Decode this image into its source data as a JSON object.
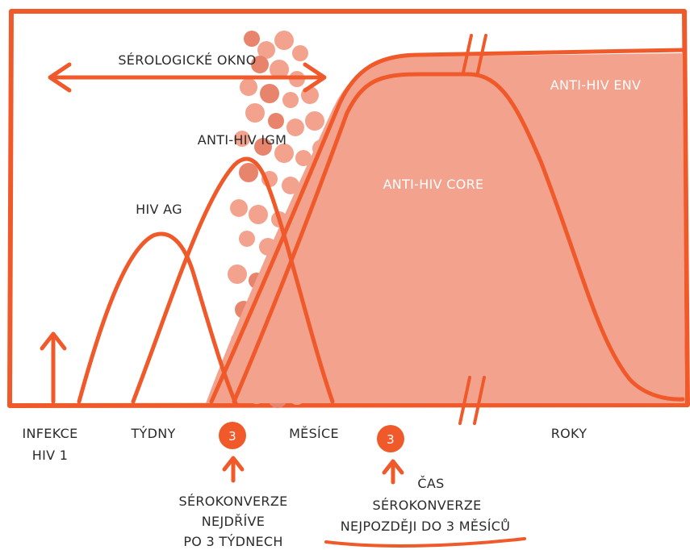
{
  "colors": {
    "accent": "#f0592a",
    "fill": "#f2a28d",
    "fill_dark": "#e8836c",
    "dot": "#e57a63",
    "text_dark": "#2b2b2b",
    "text_light": "#ffffff"
  },
  "labels": {
    "window": "SÉROLOGICKÉ OKNO",
    "anti_env": "ANTI-HIV ENV",
    "anti_igm": "ANTI-HIV IGM",
    "anti_core": "ANTI-HIV CORE",
    "hiv_ag": "HIV AG"
  },
  "timeline": {
    "infekce_1": "INFEKCE",
    "infekce_2": "HIV 1",
    "tydny": "TÝDNY",
    "mesice": "MĚSÍCE",
    "roky": "ROKY",
    "cas": "ČAS"
  },
  "markers": [
    {
      "badge": "3",
      "lines": [
        "SÉROKONVERZE",
        "NEJDŘÍVE",
        "PO 3 TÝDNECH"
      ]
    },
    {
      "badge": "3",
      "lines": [
        "SÉROKONVERZE",
        "NEJPOZDĚJI DO 3 MĚSÍCŮ"
      ]
    }
  ]
}
